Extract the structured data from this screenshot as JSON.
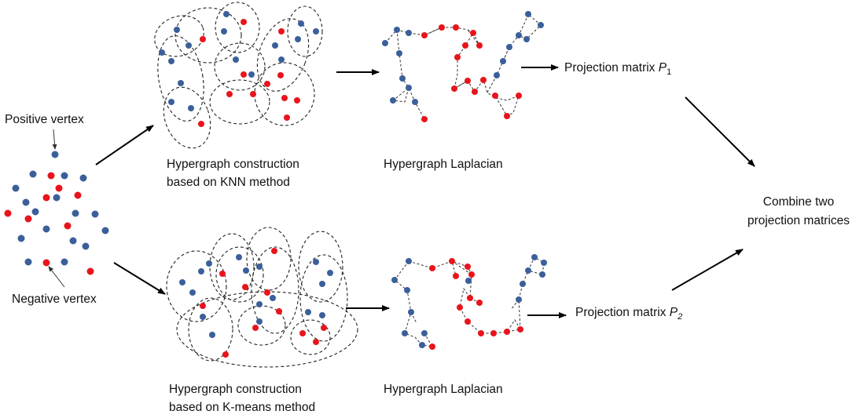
{
  "colors": {
    "positive": "#3b5f9a",
    "negative": "#e8141c"
  },
  "labels": {
    "positive_vertex": "Positive vertex",
    "negative_vertex": "Negative vertex",
    "knn_line1": "Hypergraph construction",
    "knn_line2": "based on KNN method",
    "kmeans_line1": "Hypergraph construction",
    "kmeans_line2": "based on K-means method",
    "laplacian_top": "Hypergraph Laplacian",
    "laplacian_bottom": "Hypergraph Laplacian",
    "proj1_text": "Projection matrix ",
    "proj1_symbol": "P",
    "proj1_sub": "1",
    "proj2_text": "Projection matrix ",
    "proj2_symbol": "P",
    "proj2_sub": "2",
    "combine_line1": "Combine two",
    "combine_line2": "projection matrices"
  }
}
